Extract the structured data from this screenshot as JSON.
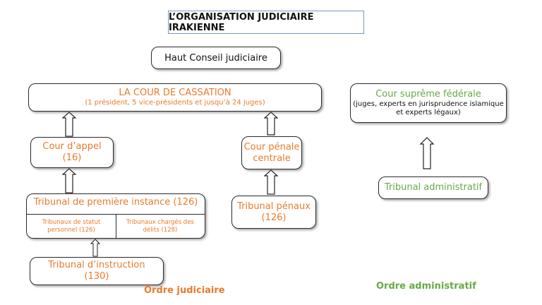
{
  "title": "L’ORGANISATION JUDICIAIRE IRAKIENNE",
  "haut_conseil": "Haut Conseil judiciaire",
  "cassation": {
    "name": "LA COUR DE CASSATION",
    "detail": "(1 président, 5 vice-présidents et jusqu’à 24 juges)"
  },
  "cour_appel": {
    "line1": "Cour d’appel",
    "line2": "(16)"
  },
  "cour_penale": {
    "line1": "Cour pénale",
    "line2": "centrale"
  },
  "premiere_instance": {
    "name": "Tribunal de première instance (126)",
    "sub_left": {
      "line1": "Tribunaux de statut",
      "line2": "personnel (126)"
    },
    "sub_right": {
      "line1": "Tribunaux chargés des",
      "line2": "délits (128)"
    }
  },
  "tribunal_penaux": {
    "line1": "Tribunal pénaux",
    "line2": "(126)"
  },
  "tribunal_instruction": {
    "line1": "Tribunal d’instruction",
    "line2": "(130)"
  },
  "cour_supreme": {
    "name": "Cour suprême fédérale",
    "line1": "(juges, experts en jurisprudence islamique",
    "line2": "et experts légaux)"
  },
  "tribunal_administratif": "Tribunal administratif",
  "footer_judiciaire": "Ordre judiciaire",
  "footer_administratif": "Ordre administratif",
  "colors": {
    "orange": "#ec7a2a",
    "green": "#68a946",
    "title_border": "#7b96c6"
  }
}
